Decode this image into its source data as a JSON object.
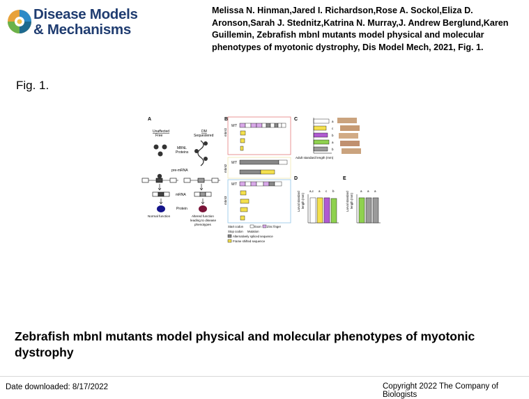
{
  "header": {
    "logo_line1": "Disease Models",
    "logo_line2": "& Mechanisms",
    "citation": "Melissa N. Hinman,Jared I. Richardson,Rose A. Sockol,Eliza D. Aronson,Sarah J. Stednitz,Katrina N. Murray,J. Andrew Berglund,Karen Guillemin, Zebrafish mbnl mutants model physical and molecular phenotypes of myotonic dystrophy, Dis Model Mech, 2021, Fig. 1."
  },
  "fig_label": "Fig. 1.",
  "figure": {
    "panel_a": {
      "letter": "A",
      "unaffected": "Unaffected",
      "free": "Free",
      "dm": "DM",
      "sequestered": "Sequestered",
      "mbnl": "MBNL",
      "proteins": "Proteins",
      "pre_mrna": "pre-mRNA",
      "mrna": "mRNA",
      "protein": "Protein",
      "normal_function": "Normal function",
      "altered_1": "Altered function",
      "altered_2": "leading to disease",
      "altered_3": "phenotypes"
    },
    "panel_b": {
      "letter": "B",
      "gene1": "mbnl1",
      "gene2": "mbnl2",
      "gene3": "mbnl3",
      "wt": "WT",
      "legend_start": "Start codon",
      "legend_exon": "Exon",
      "legend_zinc": "Zinc finger",
      "legend_stop": "Stop codon",
      "legend_mutation": "Mutation",
      "legend_alt": "Alternatively spliced sequence",
      "legend_frame": "Frame shifted sequence"
    },
    "panel_c": {
      "letter": "C",
      "xlabel": "Adult standard length (mm)",
      "sig": [
        "a",
        "c",
        "b",
        "a",
        "b"
      ]
    },
    "panel_d": {
      "letter": "D",
      "ylabel_1": "Larval standard",
      "ylabel_2": "length (mm)",
      "sig": [
        "a,c",
        "a",
        "c",
        "b"
      ]
    },
    "panel_e": {
      "letter": "E",
      "ylabel_1": "Larval standard",
      "ylabel_2": "length (mm)",
      "sig": [
        "a",
        "a",
        "a"
      ]
    }
  },
  "main_title": "Zebrafish mbnl mutants model physical and molecular phenotypes of myotonic dystrophy",
  "footer": {
    "downloaded": "Date downloaded: 8/17/2022",
    "copyright": "Copyright 2022 The Company of Biologists"
  },
  "colors": {
    "brand_blue": "#1f3c70",
    "yellow": "#f4e04d",
    "purple": "#b05ad1",
    "green": "#8fd14f",
    "gray": "#9a9a9a"
  }
}
